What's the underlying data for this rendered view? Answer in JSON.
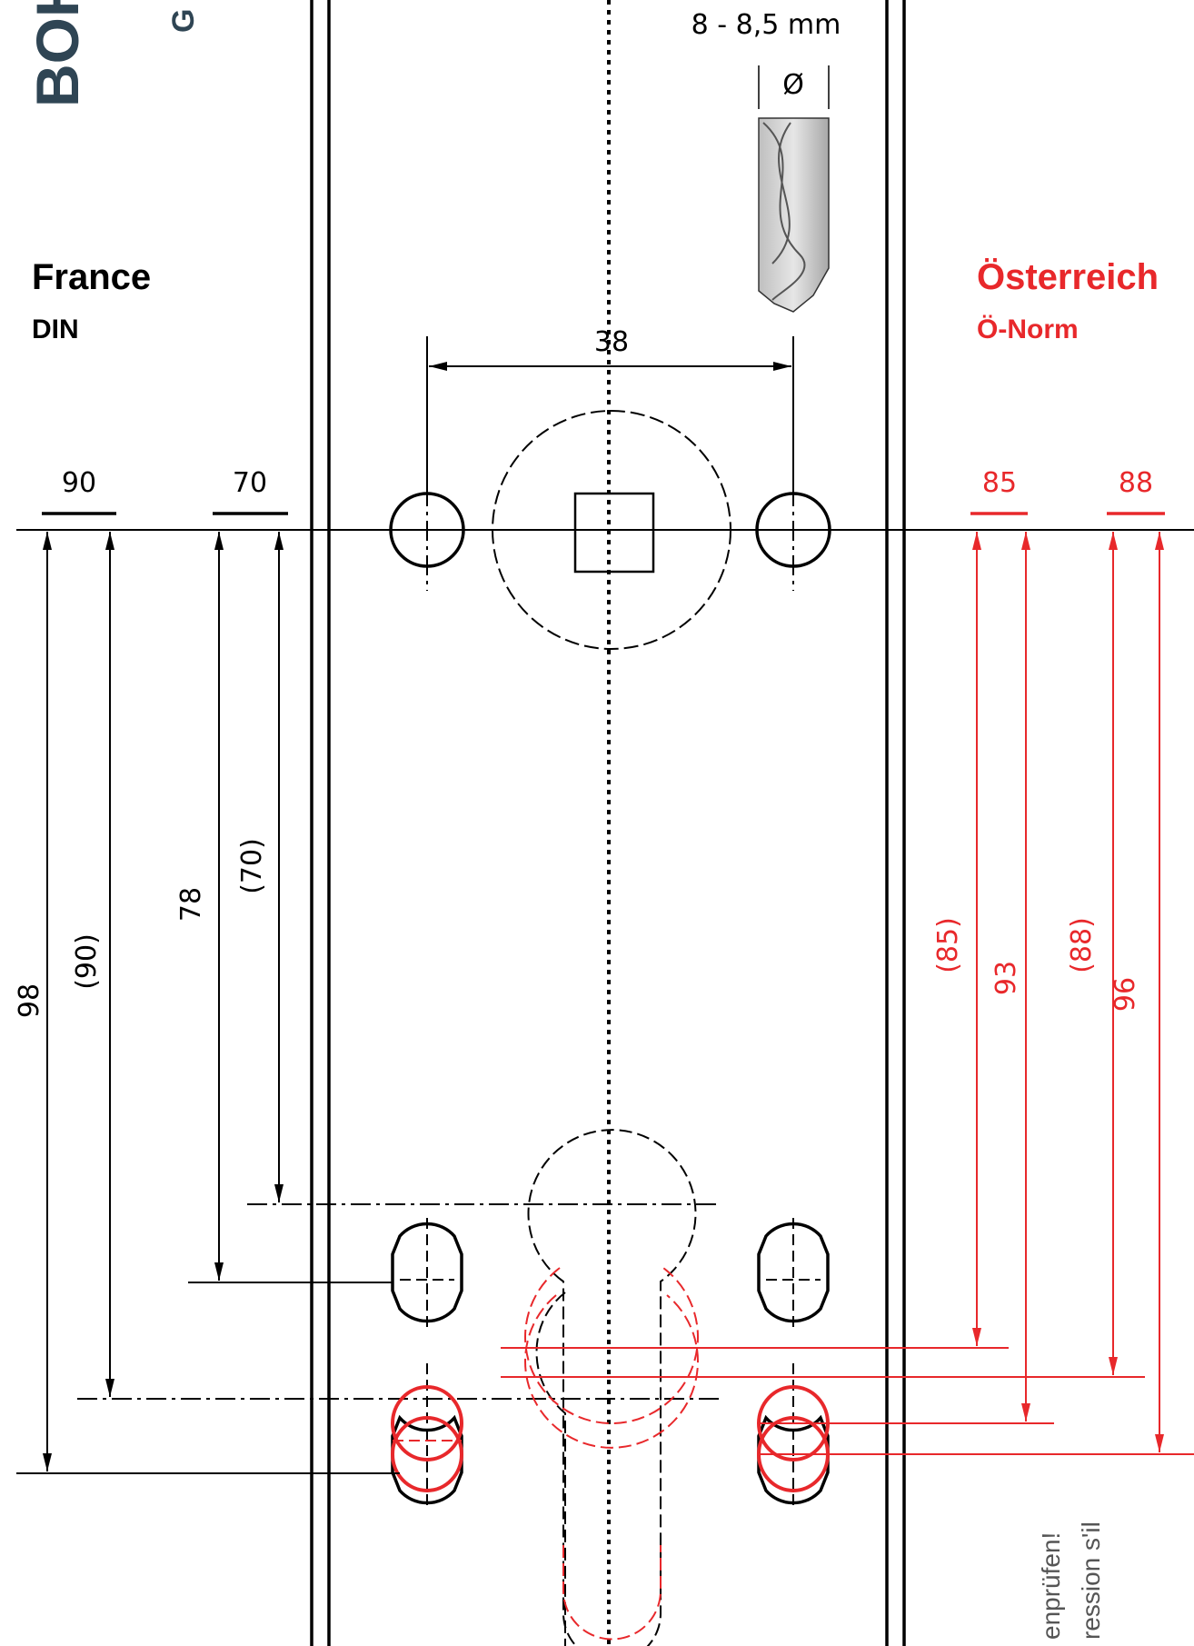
{
  "header": {
    "title_fragment": "BOH",
    "subtitle_fragment_1": "D",
    "subtitle_fragment_2": "G",
    "title_color": "#2f4554"
  },
  "drill": {
    "diameter_range": "8 - 8,5 mm",
    "diameter_symbol": "Ø"
  },
  "left_standard": {
    "country": "France",
    "norm": "DIN",
    "color": "#000000"
  },
  "right_standard": {
    "country": "Österreich",
    "norm": "Ö-Norm",
    "color": "#e8282b"
  },
  "dimensions": {
    "hole_spacing": "38",
    "left_top_labels": [
      "90",
      "70"
    ],
    "left_vertical_labels": [
      "98",
      "(90)",
      "78",
      "(70)"
    ],
    "right_top_labels": [
      "85",
      "88"
    ],
    "right_vertical_labels": [
      "(85)",
      "93",
      "(88)",
      "96"
    ]
  },
  "notes": {
    "line_1": "enprüfen!",
    "line_2": "ression s'il"
  }
}
